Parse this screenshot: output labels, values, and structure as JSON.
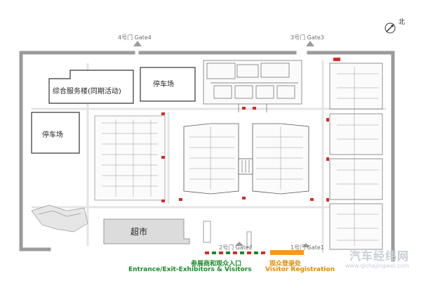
{
  "gates": {
    "gate4": "4号门 Gate4",
    "gate3": "3号门 Gate3",
    "gate2": "2号门 Gate2",
    "gate1": "1号门 Gate1"
  },
  "buildings": {
    "service_building": "综合服务楼(同期活动)",
    "parking_top": "停车场",
    "parking_left": "停车场",
    "supermarket": "超市"
  },
  "compass": {
    "north": "北"
  },
  "legend": {
    "entrance_cn": "参展商和观众入口",
    "entrance_en": "Entrance/Exit-Exhibitors & Visitors",
    "registration_cn": "观众登录处",
    "registration_en": "Visitor Registration"
  },
  "watermark": {
    "brand": "汽车经纬网",
    "url": "www.qichejingwei.com"
  },
  "colors": {
    "road": "#9b9b9b",
    "halls_line": "#555555",
    "entrance_marker": "#1a8a2a",
    "registration_bar": "#f39a1a",
    "gate_marker": "#d42a2a"
  }
}
